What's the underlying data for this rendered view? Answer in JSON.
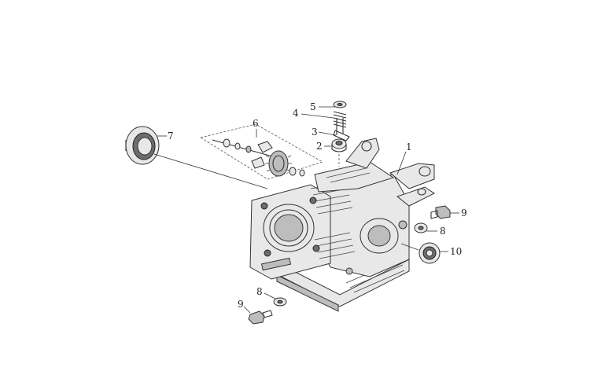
{
  "callouts": {
    "c1": "1",
    "c2": "2",
    "c3": "3",
    "c4": "4",
    "c5": "5",
    "c6": "6",
    "c7": "7",
    "c8a": "8",
    "c8b": "8",
    "c9a": "9",
    "c9b": "9",
    "c10": "10"
  }
}
